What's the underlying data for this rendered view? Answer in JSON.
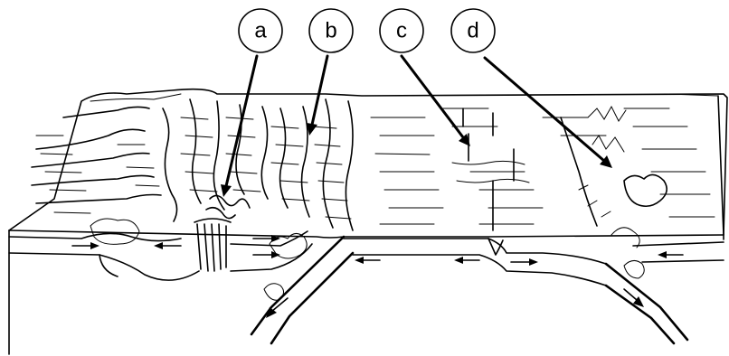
{
  "labels": [
    {
      "id": "a",
      "text": "a"
    },
    {
      "id": "b",
      "text": "b"
    },
    {
      "id": "c",
      "text": "c"
    },
    {
      "id": "d",
      "text": "d"
    }
  ],
  "colors": {
    "ink": "#000000",
    "background": "#ffffff"
  }
}
